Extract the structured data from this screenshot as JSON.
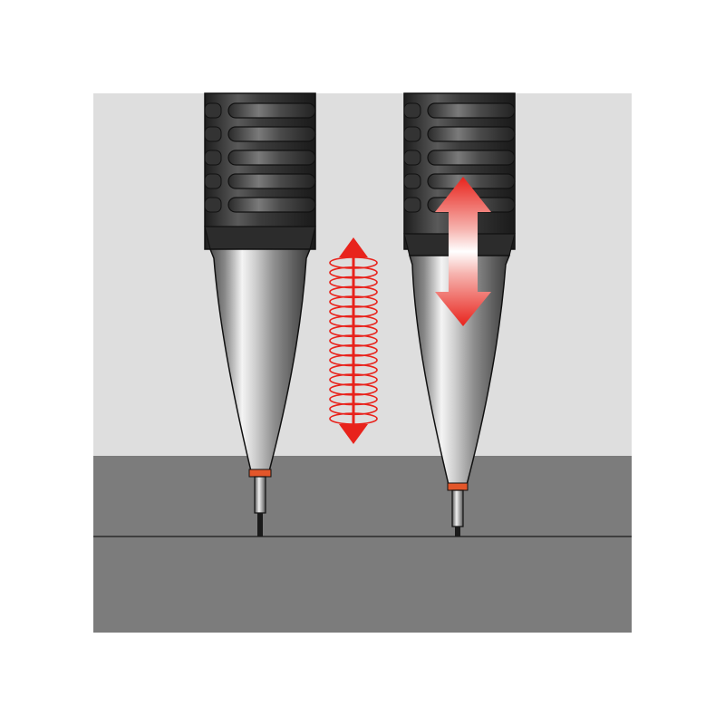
{
  "diagram": {
    "description_visible_text": "",
    "colors": {
      "background": "#ffffff",
      "wall": "#dedede",
      "surface": "#7c7c7c",
      "surface_edge": "#2b2b2b",
      "grip_dark": "#2a2a2a",
      "grip_mid": "#4a4a4a",
      "cone_light": "#f2f2f2",
      "cone_dark": "#5a5a5a",
      "ring_accent": "#e3562a",
      "arrow_red": "#e8231c",
      "spring_red": "#e8231c"
    },
    "pencils": [
      {
        "id": "left",
        "state": "spring-cushioned"
      },
      {
        "id": "right",
        "state": "sliding-sleeve"
      }
    ],
    "indicators": [
      {
        "id": "spring",
        "icon": "spring-icon"
      },
      {
        "id": "double-arrow",
        "icon": "double-arrow-icon"
      }
    ]
  }
}
